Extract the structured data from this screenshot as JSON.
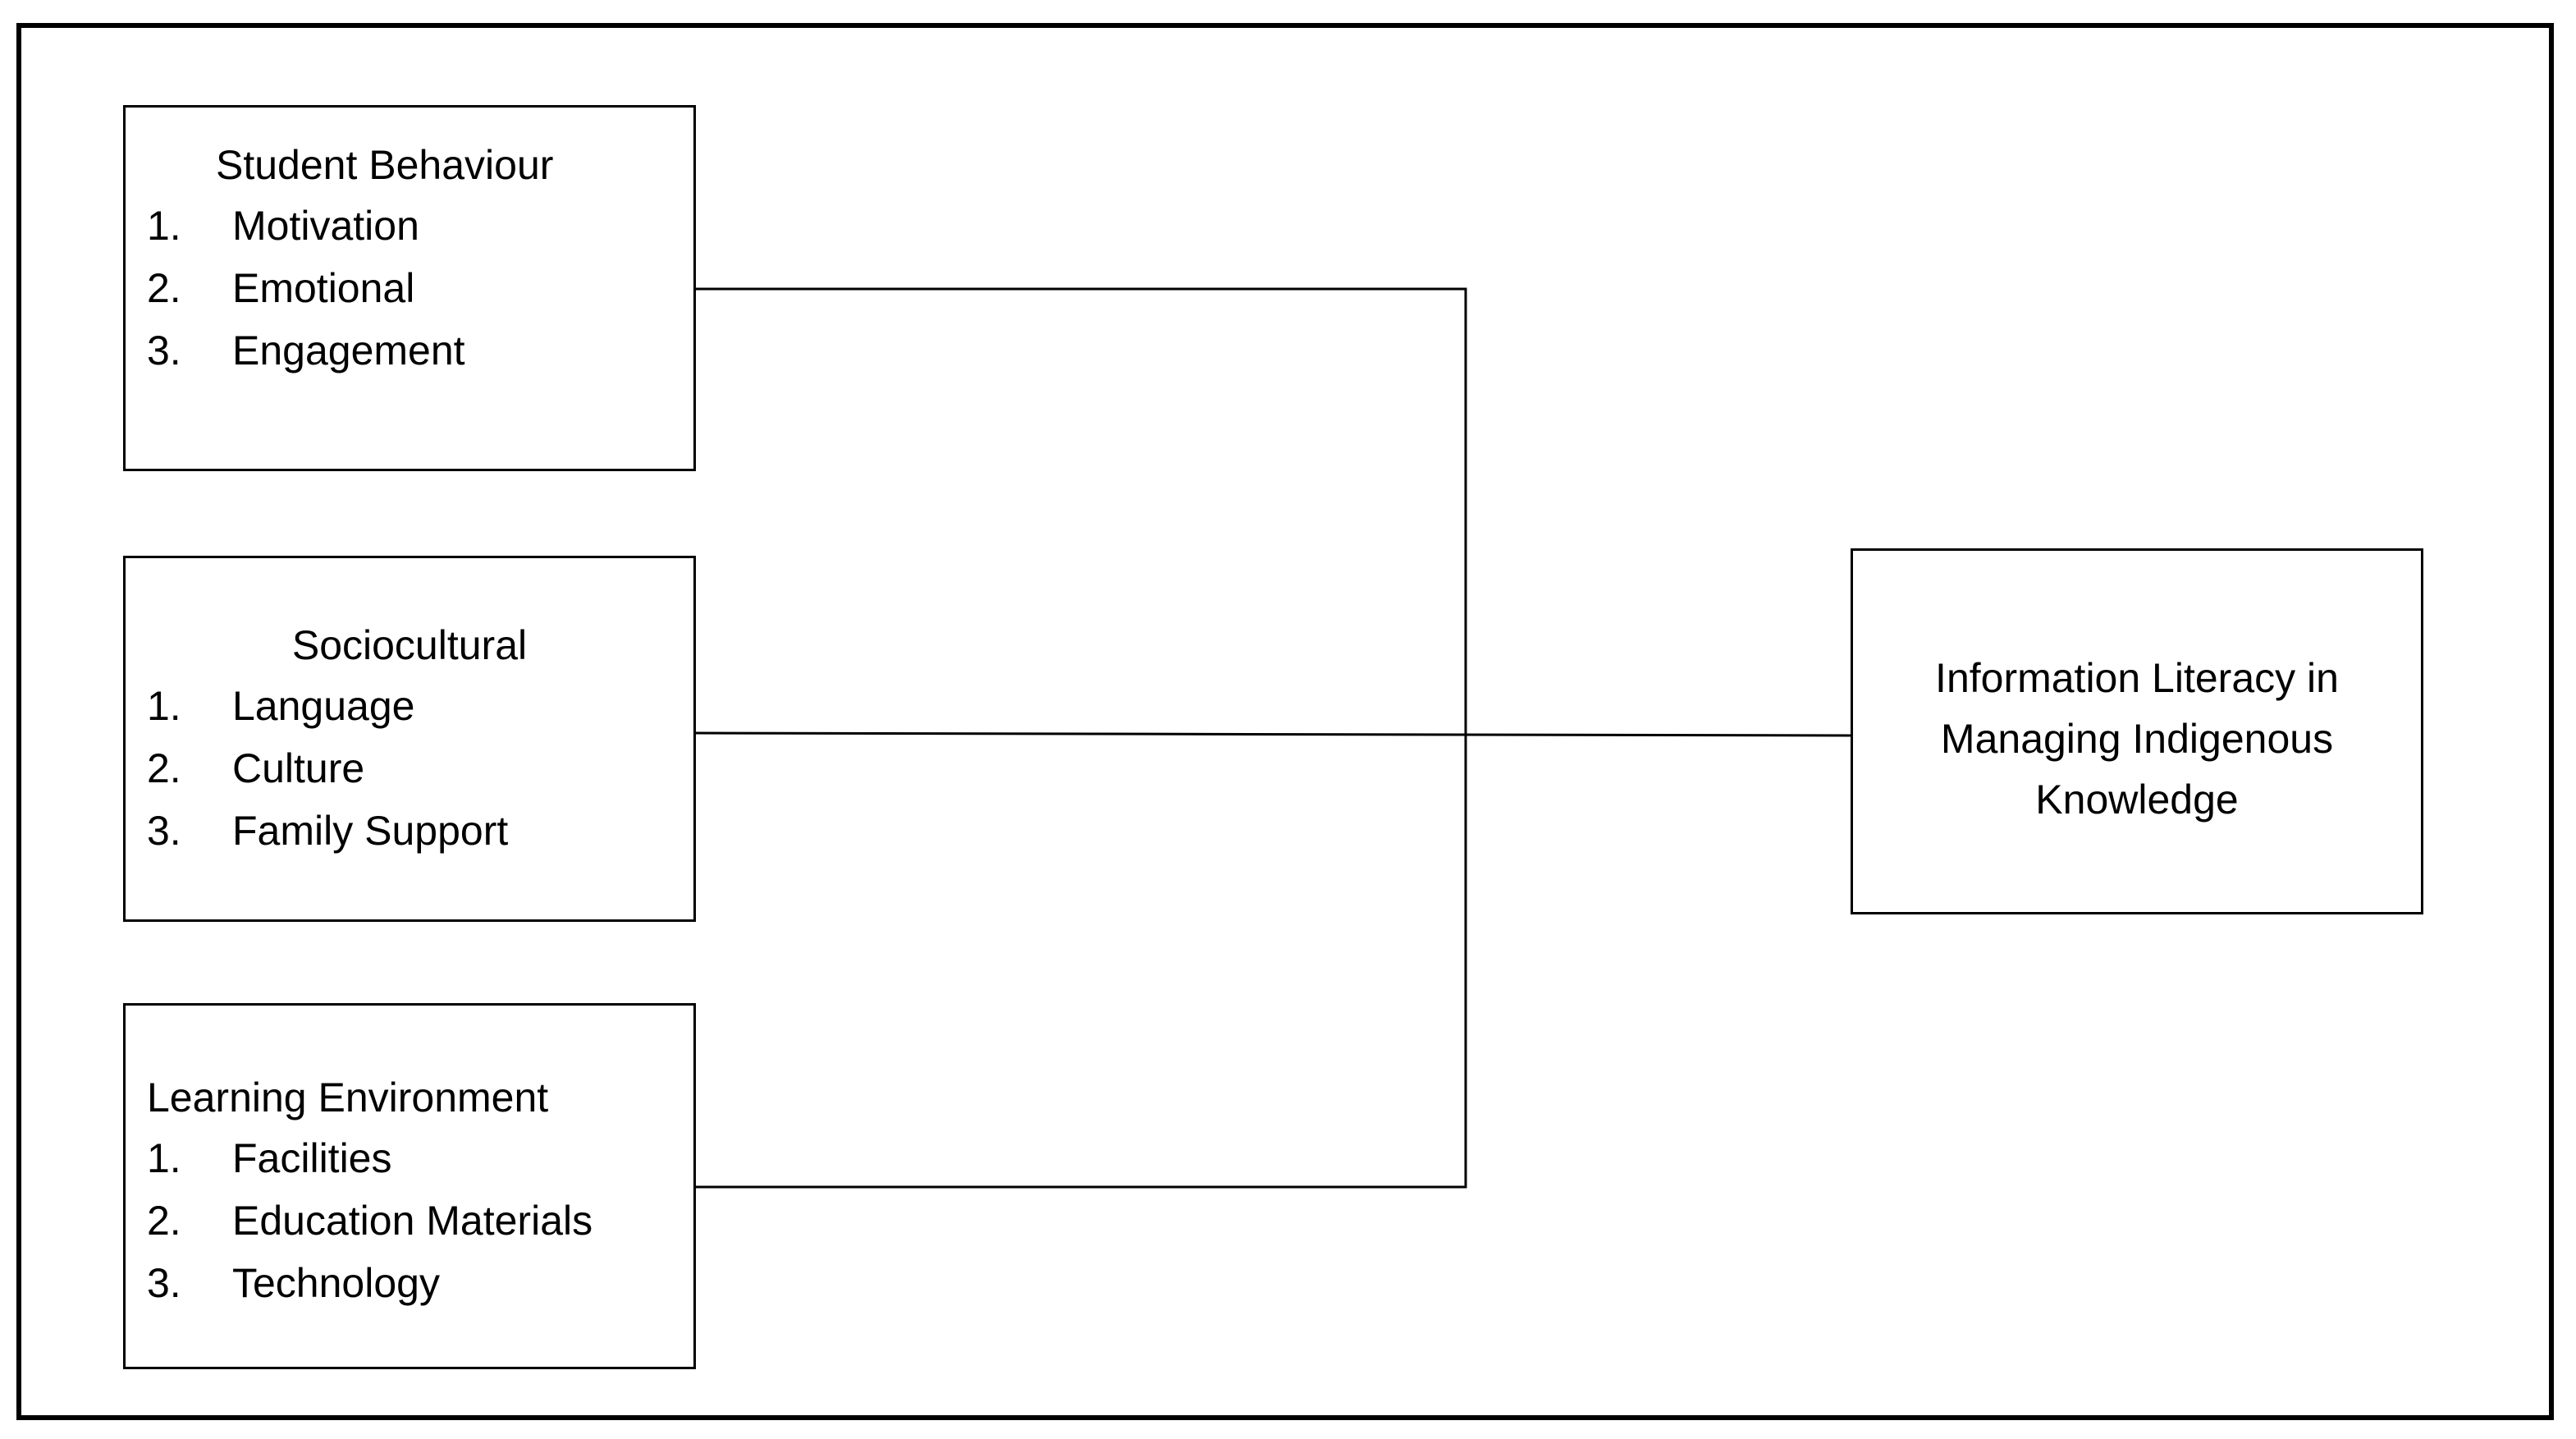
{
  "diagram": {
    "factors": [
      {
        "title": "Student Behaviour",
        "items": [
          {
            "num": "1.",
            "text": "Motivation"
          },
          {
            "num": "2.",
            "text": "Emotional"
          },
          {
            "num": "3.",
            "text": "Engagement"
          }
        ]
      },
      {
        "title": "Sociocultural",
        "items": [
          {
            "num": "1.",
            "text": "Language"
          },
          {
            "num": "2.",
            "text": "Culture"
          },
          {
            "num": "3.",
            "text": "Family Support"
          }
        ]
      },
      {
        "title": "Learning Environment",
        "items": [
          {
            "num": "1.",
            "text": "Facilities"
          },
          {
            "num": "2.",
            "text": "Education Materials"
          },
          {
            "num": "3.",
            "text": "Technology"
          }
        ]
      }
    ],
    "outcome": {
      "lines": [
        "Information Literacy in",
        "Managing Indigenous",
        "Knowledge"
      ]
    }
  }
}
